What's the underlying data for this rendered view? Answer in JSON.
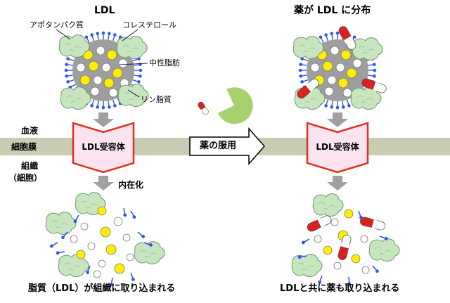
{
  "left": {
    "title": "LDL",
    "labels": {
      "apoprotein": "アポタンパク質",
      "cholesterol": "コレステロール",
      "neutral_fat": "中性脂肪",
      "phospholipid": "リン脂質"
    },
    "internalization": "内在化",
    "caption": "脂質（LDL）が組織に取り込まれる"
  },
  "compartments": {
    "blood": "血液",
    "membrane": "細胞膜",
    "tissue": "組織",
    "tissue_sub": "（細胞）"
  },
  "receptor_label": "LDL受容体",
  "drug_arrow": "薬の服用",
  "right": {
    "title": "薬が LDL に分布",
    "caption": "LDLと共に薬も取り込まれる"
  },
  "colors": {
    "membrane": "#c9cbb3",
    "receptor_border": "#e0301e",
    "receptor_fill": "#fbe3f0",
    "pacman": "#a7d16f",
    "capsule_red": "#d9211e",
    "apoprotein_green": "#c7e6bf",
    "yellow": "#ffee00",
    "phospholipid_blue": "#3355ee",
    "gray_arrow": "#a0a0a0"
  }
}
